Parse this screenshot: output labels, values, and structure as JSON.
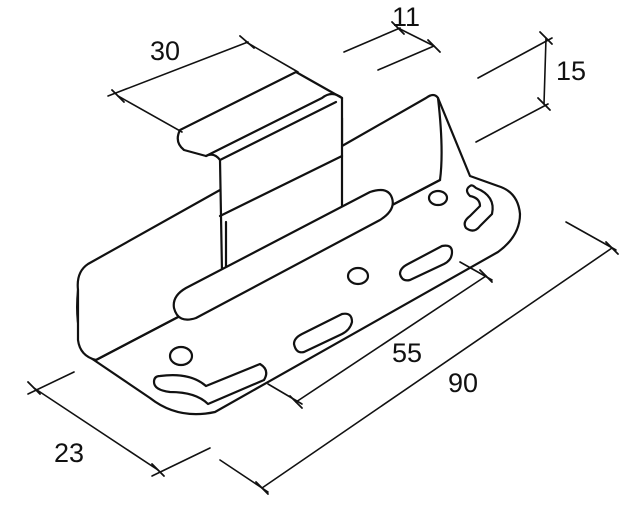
{
  "dimensions": {
    "width_top": "30",
    "slot": "11",
    "height": "15",
    "hole_spacing": "55",
    "length": "90",
    "width_base": "23"
  },
  "colors": {
    "line": "#111111",
    "background": "#ffffff"
  }
}
